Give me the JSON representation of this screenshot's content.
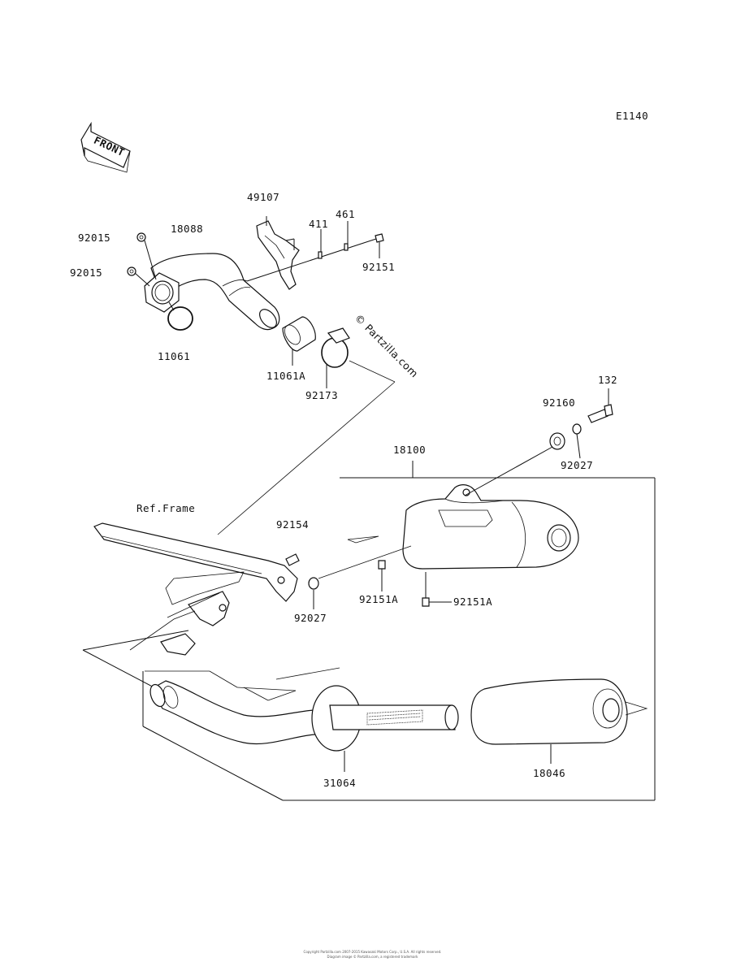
{
  "diagram_code": "E1140",
  "front_marker": "FRONT",
  "watermark": "© Partzilla.com",
  "ref_frame": "Ref.Frame",
  "parts": {
    "p92015a": "92015",
    "p92015b": "92015",
    "p18088": "18088",
    "p49107": "49107",
    "p411": "411",
    "p461": "461",
    "p92151": "92151",
    "p11061": "11061",
    "p11061A": "11061A",
    "p92173": "92173",
    "p132": "132",
    "p92160": "92160",
    "p92027a": "92027",
    "p18100": "18100",
    "p92154": "92154",
    "p92151Aa": "92151A",
    "p92151Ab": "92151A",
    "p92027b": "92027",
    "p31064": "31064",
    "p18046": "18046"
  },
  "footer": {
    "line1": "Copyright Partzilla.com 2007-2015 Kawasaki Motors Corp., U.S.A. All rights reserved.",
    "line2": "Diagram image © Partzilla.com, a registered trademark"
  }
}
